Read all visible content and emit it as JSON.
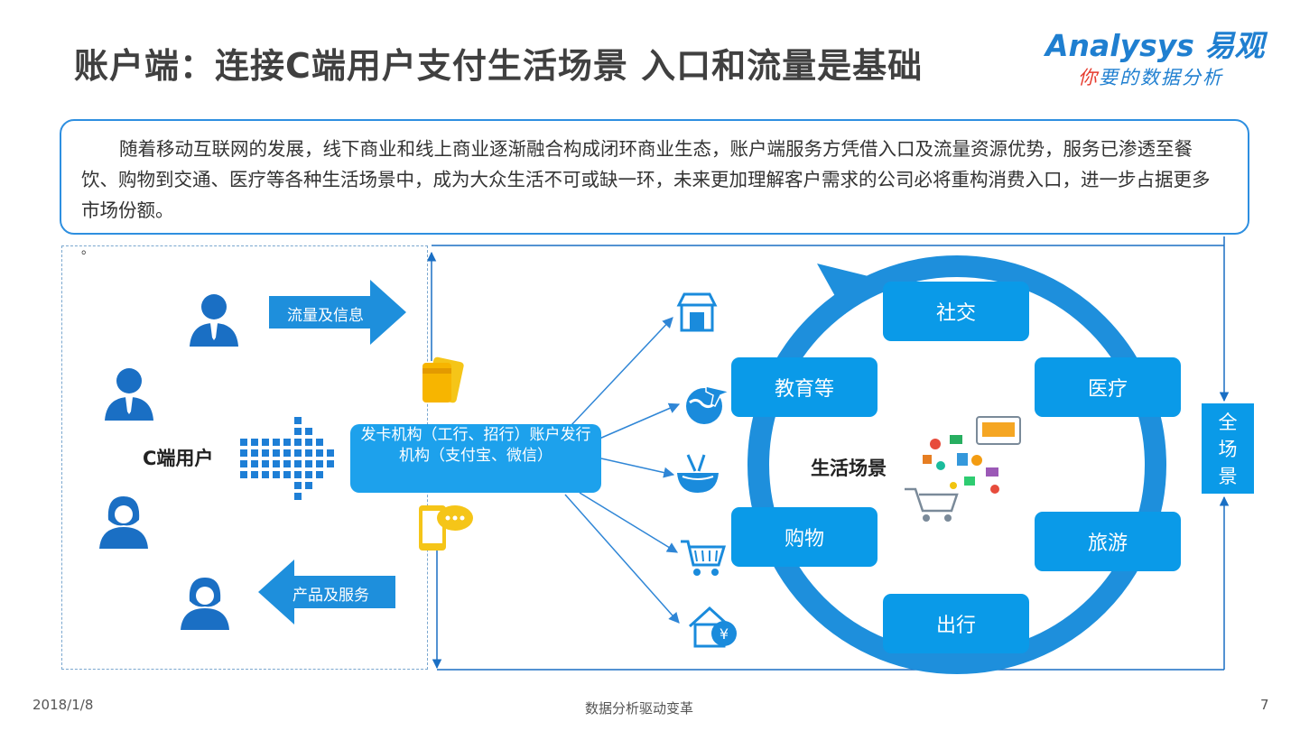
{
  "header": {
    "title": "账户端：连接C端用户支付生活场景  入口和流量是基础",
    "logo_main": "Analysys 易观",
    "logo_sub_first": "你",
    "logo_sub_rest": "要的数据分析"
  },
  "intro": {
    "text": "随着移动互联网的发展，线下商业和线上商业逐渐融合构成闭环商业生态，账户端服务方凭借入口及流量资源优势，服务已渗透至餐饮、购物到交通、医疗等各种生活场景中，成为大众生活不可或缺一环，未来更加理解客户需求的公司必将重构消费入口，进一步占据更多市场份额。"
  },
  "diagram": {
    "stray_mark": "。",
    "flow_in_label": "流量及信息",
    "flow_out_label": "产品及服务",
    "c_user_label": "C端用户",
    "issuer_label": "发卡机构（工行、招行）账户发行机构（支付宝、微信）",
    "center_label": "生活场景",
    "full_scene_label": "全场景",
    "nodes": {
      "social": "社交",
      "medical": "医疗",
      "travel": "旅游",
      "transport": "出行",
      "shopping": "购物",
      "education": "教育等"
    },
    "icons": [
      "card-icon",
      "mobile-chat-icon",
      "store-icon",
      "plane-globe-icon",
      "food-bowl-icon",
      "shopping-cart-icon",
      "house-yen-icon",
      "shopping-collage-icon"
    ],
    "colors": {
      "primary": "#0a9ae8",
      "arrow": "#1a6fc4",
      "box_border": "#2e8fe0",
      "card": "#f5c518"
    }
  },
  "footer": {
    "date": "2018/1/8",
    "center": "数据分析驱动变革",
    "page": "7"
  }
}
